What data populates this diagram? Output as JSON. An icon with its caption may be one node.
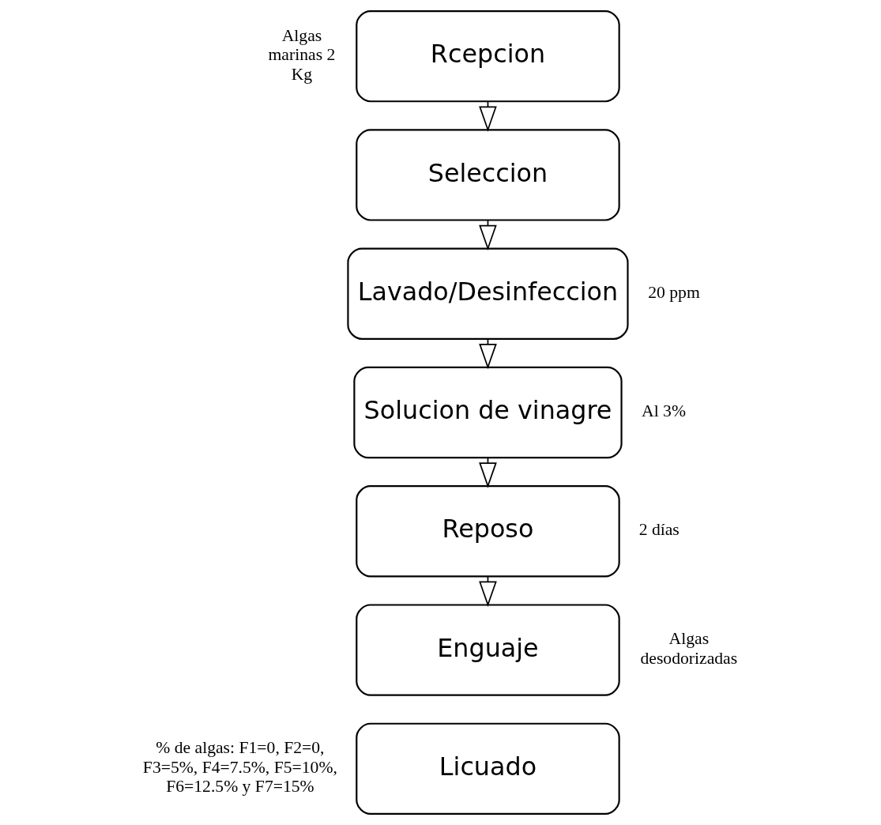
{
  "diagram": {
    "nodes": [
      {
        "text": [
          "Rcepcion"
        ],
        "beside": [
          "Algas marinas 2 Kg"
        ]
      },
      {
        "text": [
          "Seleccion"
        ]
      },
      {
        "text": [
          "Lavado/Desinfeccion"
        ],
        "beside": [
          "20 ppm"
        ]
      },
      {
        "text": [
          "Solucion de vinagre"
        ],
        "beside": [
          "Al 3%"
        ]
      },
      {
        "text": [
          "Reposo"
        ],
        "beside": [
          "2 días"
        ]
      },
      {
        "text": [
          "Enguaje"
        ],
        "beside": [
          "Algas desodorizadas"
        ]
      },
      {
        "text": [
          "Licuado"
        ],
        "beside": [
          "% de algas: F1=0, F2=0, F3=5%, F4=7.5%, F5=10%, F6=12.5% y F7=15%"
        ]
      }
    ],
    "edges": [
      {
        "from": 0,
        "to": 1,
        "arrow": "to"
      },
      {
        "from": 1,
        "to": 2,
        "arrow": "to"
      },
      {
        "from": 2,
        "to": 3,
        "arrow": "to"
      },
      {
        "from": 3,
        "to": 4,
        "arrow": "to"
      },
      {
        "from": 4,
        "to": 5,
        "arrow": "to"
      }
    ]
  }
}
